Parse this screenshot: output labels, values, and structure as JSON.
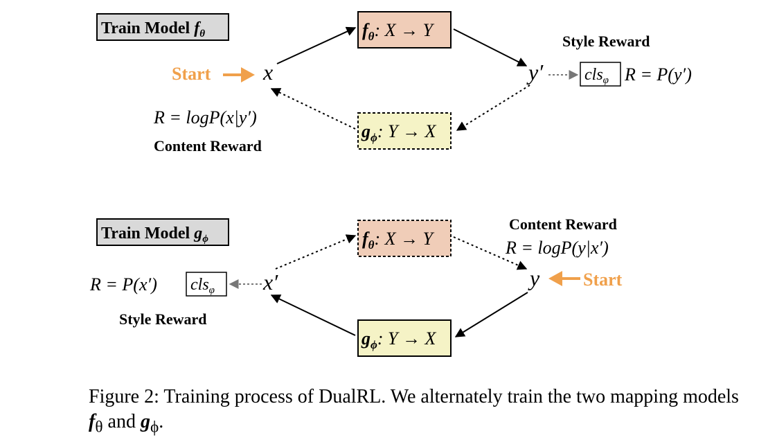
{
  "top": {
    "train_label": "Train Model ",
    "train_symbol": "f",
    "train_sub": "θ",
    "f_box": {
      "fn": "f",
      "sub": "θ",
      "map": ": X → Y"
    },
    "g_box": {
      "fn": "g",
      "sub": "ϕ",
      "map": ": Y → X"
    },
    "start": "Start",
    "x": "x",
    "y_prime": "y′",
    "style_reward": "Style Reward",
    "cls": "cls",
    "cls_sub": "φ",
    "style_formula": "R = P(y′)",
    "content_formula": "R = logP(x|y′)",
    "content_reward": "Content Reward"
  },
  "bottom": {
    "train_label": "Train Model ",
    "train_symbol": "g",
    "train_sub": "ϕ",
    "f_box": {
      "fn": "f",
      "sub": "θ",
      "map": ": X → Y"
    },
    "g_box": {
      "fn": "g",
      "sub": "ϕ",
      "map": ": Y → X"
    },
    "start": "Start",
    "x_prime": "x′",
    "y": "y",
    "content_reward": "Content Reward",
    "content_formula": "R = logP(y|x′)",
    "style_formula": "R = P(x′)",
    "cls": "cls",
    "cls_sub": "φ",
    "style_reward": "Style Reward"
  },
  "caption": {
    "text": "Figure 2: Training process of DualRL. We alternately train the two mapping models ",
    "f": "f",
    "f_sub": "θ",
    "and": " and ",
    "g": "g",
    "g_sub": "ϕ",
    "end": "."
  },
  "colors": {
    "orange": "#f0a04b",
    "f_fill": "#f0cdb8",
    "g_fill": "#f5f3c6",
    "label_fill": "#d9d9d9"
  }
}
